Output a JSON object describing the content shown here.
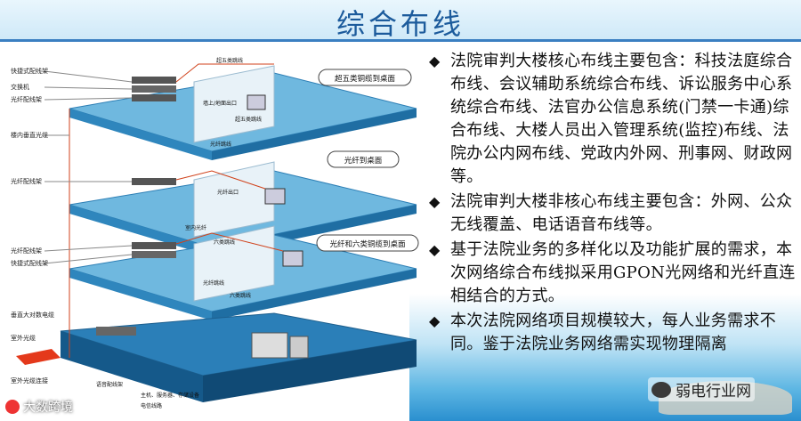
{
  "title": "综合布线",
  "diagram": {
    "left_labels": [
      "快捷式配线架",
      "交换机",
      "光纤配线架",
      "楼内垂直光缆",
      "光纤配线架",
      "光纤配线架",
      "快捷式配线架",
      "垂直大对数电缆",
      "室外光缆",
      "室外光缆连接"
    ],
    "bubbles": [
      "超五类铜缆到桌面",
      "光纤到桌面",
      "光纤和六类铜缆到桌面"
    ],
    "inner_labels": [
      "超五类跳线",
      "墙上/地面出口",
      "超五类跳线",
      "光纤跳线",
      "光纤出口",
      "室内光纤",
      "六类跳线",
      "光纤跳线",
      "六类跳线",
      "语音配线架",
      "主机、服务器、存储设备",
      "电信线路"
    ]
  },
  "bullets": [
    "法院审判大楼核心布线主要包含：科技法庭综合布线、会议辅助系统综合布线、诉讼服务中心系统综合布线、法官办公信息系统(门禁一卡通)综合布线、大楼人员出入管理系统(监控)布线、法院办公内网布线、党政内外网、刑事网、财政网等。",
    "法院审判大楼非核心布线主要包含：外网、公众无线覆盖、电话语音布线等。",
    "基于法院业务的多样化以及功能扩展的需求，本次网络综合布线拟采用GPON光网络和光纤直连相结合的方式。",
    "本次法院网络项目规模较大，每人业务需求不同。鉴于法院业务网络需实现物理隔离"
  ],
  "watermark_left": "大数跨境",
  "watermark_right": "弱电行业网",
  "colors": {
    "title": "#1c5b9c",
    "floor": "#5aa9d4",
    "accent": "#3a7fc1"
  }
}
